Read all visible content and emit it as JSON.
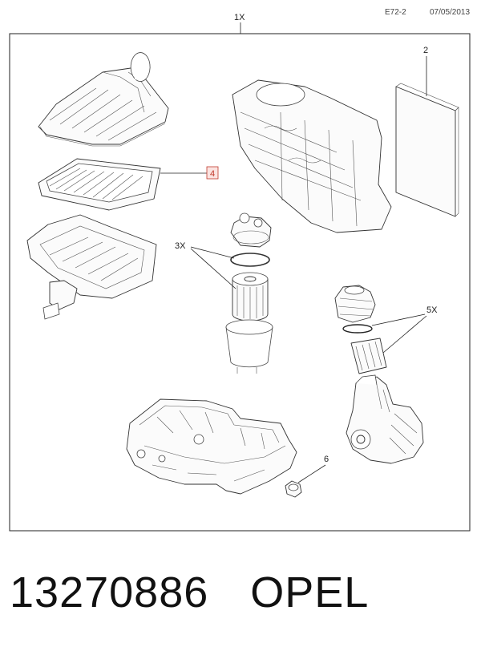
{
  "header": {
    "ref": "E72-2",
    "date": "07/05/2013"
  },
  "callouts": {
    "kit": "1X",
    "cabin_filter": "2",
    "air_filter": "4",
    "fuel_filter_qty": "3X",
    "oil_filter_qty": "5X",
    "drain_plug": "6"
  },
  "caption": {
    "part_number": "13270886",
    "brand": "OPEL"
  }
}
